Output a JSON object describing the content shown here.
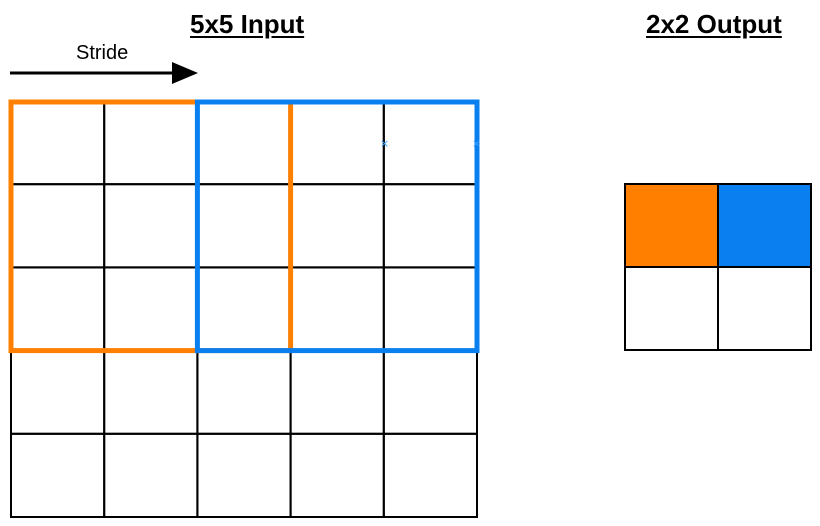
{
  "input": {
    "title": "5x5 Input",
    "rows": 5,
    "cols": 5,
    "line_color": "#000000"
  },
  "stride": {
    "label": "Stride"
  },
  "kernels": [
    {
      "name": "orange",
      "color": "#FF8000",
      "size": 3,
      "position": 0
    },
    {
      "name": "blue",
      "color": "#0A7FF0",
      "size": 3,
      "position": 2
    }
  ],
  "output": {
    "title": "2x2 Output",
    "rows": 2,
    "cols": 2,
    "cells": [
      {
        "fill": "#FF8000"
      },
      {
        "fill": "#0A7FF0"
      },
      {
        "fill": "#FFFFFF"
      },
      {
        "fill": "#FFFFFF"
      }
    ]
  }
}
